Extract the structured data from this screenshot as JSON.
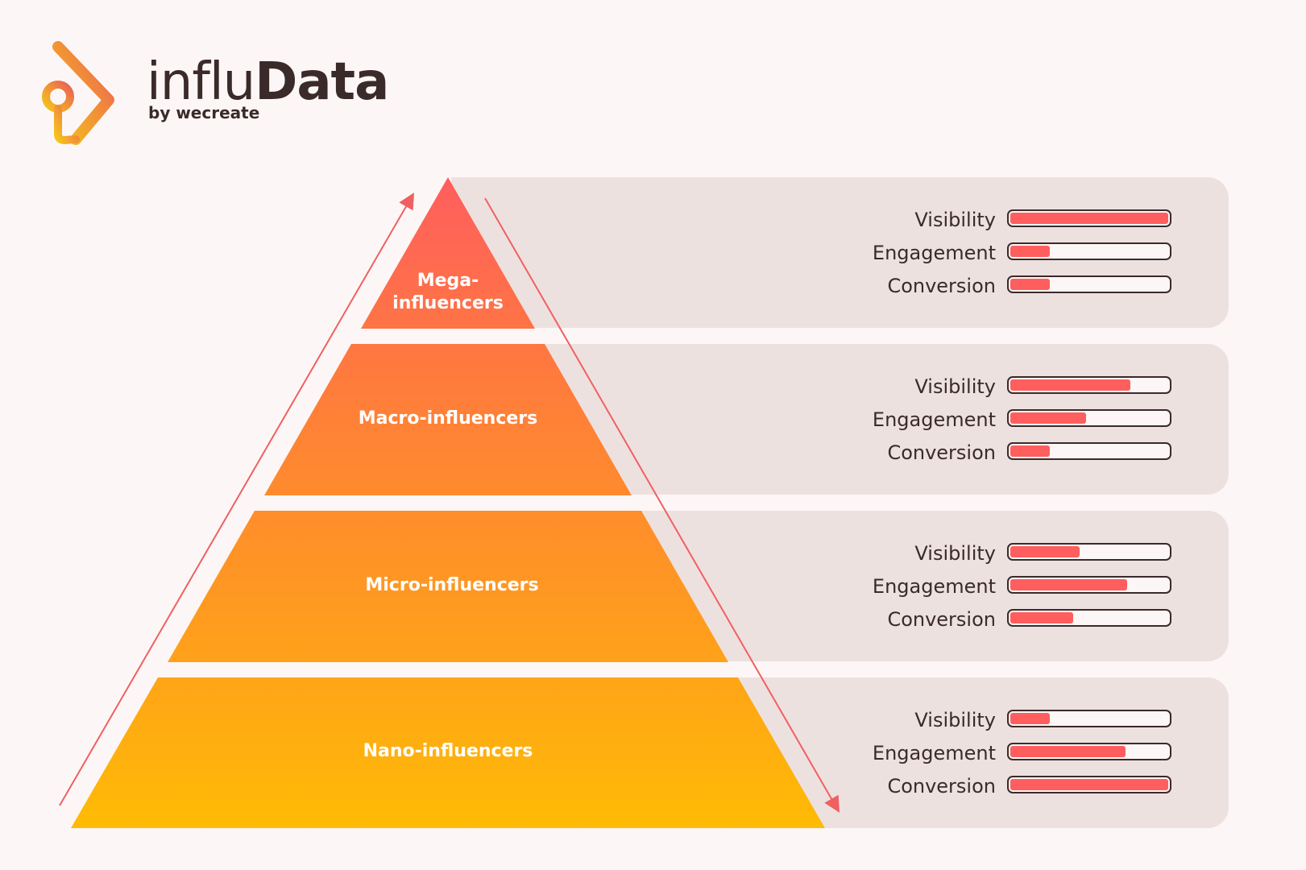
{
  "brand": {
    "name_light": "influ",
    "name_bold": "Data",
    "subtitle": "by wecreate",
    "icon": "infludata-logo-icon"
  },
  "colors": {
    "background": "#fcf7f6",
    "panel": "#ede1e0",
    "bar_fill": "#ff5e5e",
    "bar_border": "#3b2a2a",
    "arrow": "#f06060",
    "tier_colors": [
      "#ff5e5e",
      "#ff7d3a",
      "#ff9a20",
      "#ffbb05"
    ]
  },
  "tiers": [
    {
      "label": "Mega-\ninfluencers",
      "metrics": [
        {
          "label": "Visibility",
          "level": 1.0
        },
        {
          "label": "Engagement",
          "level": 0.25
        },
        {
          "label": "Conversion",
          "level": 0.25
        }
      ]
    },
    {
      "label": "Macro-influencers",
      "metrics": [
        {
          "label": "Visibility",
          "level": 0.76
        },
        {
          "label": "Engagement",
          "level": 0.48
        },
        {
          "label": "Conversion",
          "level": 0.25
        }
      ]
    },
    {
      "label": "Micro-influencers",
      "metrics": [
        {
          "label": "Visibility",
          "level": 0.44
        },
        {
          "label": "Engagement",
          "level": 0.74
        },
        {
          "label": "Conversion",
          "level": 0.4
        }
      ]
    },
    {
      "label": "Nano-influencers",
      "metrics": [
        {
          "label": "Visibility",
          "level": 0.25
        },
        {
          "label": "Engagement",
          "level": 0.73
        },
        {
          "label": "Conversion",
          "level": 1.0
        }
      ]
    }
  ]
}
